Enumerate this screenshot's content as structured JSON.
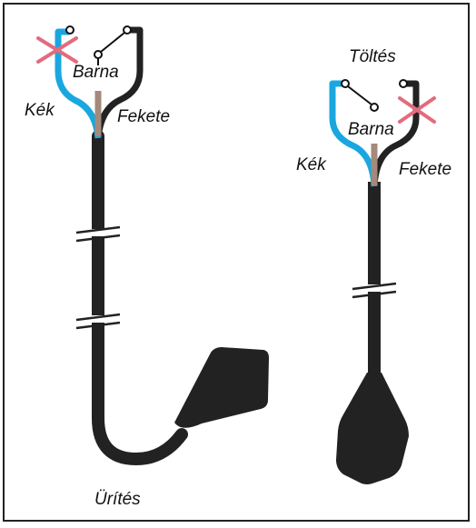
{
  "labels": {
    "left_blue": "Kék",
    "left_brown": "Barna",
    "left_black": "Fekete",
    "left_mode": "Ürítés",
    "right_mode": "Töltés",
    "right_blue": "Kék",
    "right_brown": "Barna",
    "right_black": "Fekete"
  },
  "colors": {
    "cable": "#222222",
    "blue_wire": "#1aa7e0",
    "brown_wire": "#a38a7a",
    "cross_mark": "#e36b7c"
  },
  "icons": {
    "cross": "cross-icon",
    "switch": "switch-contact-icon"
  }
}
